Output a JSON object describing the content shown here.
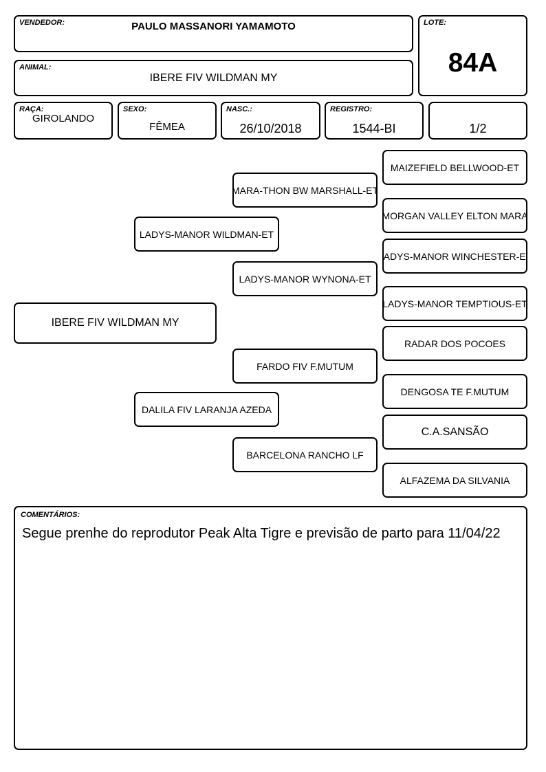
{
  "header": {
    "vendedor": {
      "label": "VENDEDOR:",
      "value": "PAULO MASSANORI YAMAMOTO"
    },
    "lote": {
      "label": "LOTE:",
      "value": "84A"
    },
    "animal": {
      "label": "ANIMAL:",
      "value": "IBERE FIV WILDMAN MY"
    }
  },
  "info": {
    "raca": {
      "label": "RAÇA:",
      "value": "GIROLANDO"
    },
    "sexo": {
      "label": "SEXO:",
      "value": "FÊMEA"
    },
    "nasc": {
      "label": "NASC.:",
      "value": "26/10/2018"
    },
    "registro": {
      "label": "REGISTRO:",
      "value": "1544-BI"
    },
    "grau": {
      "value": "1/2"
    }
  },
  "pedigree": {
    "animal": "IBERE FIV WILDMAN MY",
    "sire": "LADYS-MANOR WILDMAN-ET",
    "dam": "DALILA FIV LARANJA AZEDA",
    "sire_sire": "MARA-THON BW MARSHALL-ET",
    "sire_dam": "LADYS-MANOR WYNONA-ET",
    "dam_sire": "FARDO FIV F.MUTUM",
    "dam_dam": "BARCELONA RANCHO LF",
    "ggp": [
      "MAIZEFIELD  BELLWOOD-ET",
      "MORGAN VALLEY ELTON MARA",
      "LADYS-MANOR WINCHESTER-ET",
      "LADYS-MANOR TEMPTIOUS-ET",
      "RADAR DOS POCOES",
      "DENGOSA TE F.MUTUM",
      "C.A.SANSÃO",
      "ALFAZEMA DA SILVANIA"
    ]
  },
  "comments": {
    "label": "COMENTÁRIOS:",
    "text": "Segue prenhe do reprodutor Peak Alta Tigre e previsão de parto para 11/04/22"
  }
}
